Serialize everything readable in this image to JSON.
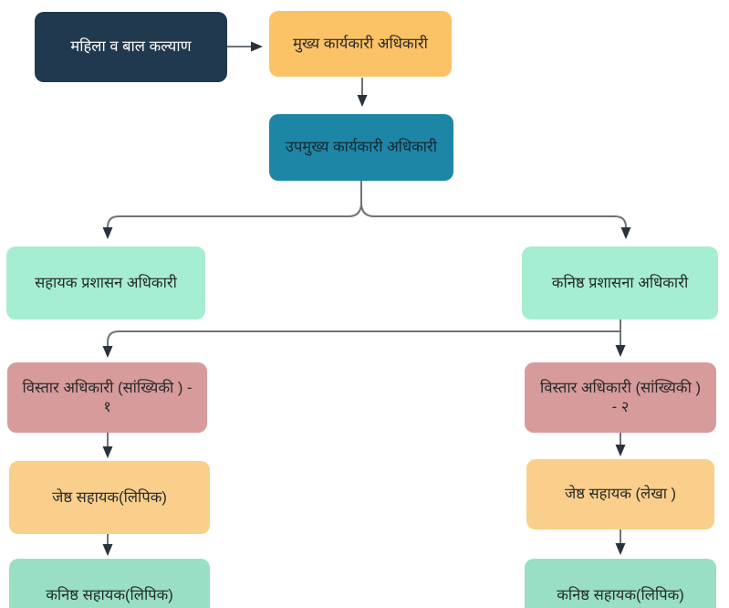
{
  "diagram": {
    "type": "org-chart-flow",
    "connector_color": "#6e7377",
    "arrowhead_color": "#2a323c",
    "background_color": "#ffffff",
    "nodes": [
      {
        "id": "root",
        "label": "महिला व बाल कल्याण",
        "bg": "#21394e",
        "text_color": "#ffffff"
      },
      {
        "id": "ceo",
        "label": "मुख्य कार्यकारी अधिकारी",
        "bg": "#fcc266",
        "text_color": "#26282b"
      },
      {
        "id": "deputy-ceo",
        "label": "उपमुख्य कार्यकारी अधिकारी",
        "bg": "#1d86a7",
        "text_color": "#16262e"
      },
      {
        "id": "assistant-admin",
        "label": "सहायक प्रशासन अधिकारी",
        "bg": "#a5eed1",
        "text_color": "#26282b"
      },
      {
        "id": "junior-admin",
        "label": "कनिष्ठ प्रशासना अधिकारी",
        "bg": "#a5eed1",
        "text_color": "#26282b"
      },
      {
        "id": "ext-officer-1",
        "label": "विस्तार अधिकारी (सांख्यिकी ) - १",
        "bg": "#d79b9b",
        "text_color": "#26282b"
      },
      {
        "id": "ext-officer-2",
        "label": "विस्तार अधिकारी (सांख्यिकी ) - २",
        "bg": "#d79b9b",
        "text_color": "#26282b"
      },
      {
        "id": "senior-asst-clerk",
        "label": "जेष्ठ सहायक(लिपिक)",
        "bg": "#f9cf8b",
        "text_color": "#26282b"
      },
      {
        "id": "senior-asst-accounts",
        "label": "जेष्ठ सहायक (लेखा )",
        "bg": "#f9cf8b",
        "text_color": "#26282b"
      },
      {
        "id": "junior-asst-clerk-left",
        "label": "कनिष्ठ सहायक(लिपिक)",
        "bg": "#98dfc4",
        "text_color": "#26282b"
      },
      {
        "id": "junior-asst-clerk-right",
        "label": "कनिष्ठ सहायक(लिपिक)",
        "bg": "#98dfc4",
        "text_color": "#26282b"
      },
      {
        "id": "partial-node-peek",
        "label": "",
        "bg": "#c8f1e1",
        "text_color": "#26282b"
      }
    ],
    "edges": [
      {
        "from": "root",
        "to": "ceo"
      },
      {
        "from": "ceo",
        "to": "deputy-ceo"
      },
      {
        "from": "deputy-ceo",
        "to": "assistant-admin"
      },
      {
        "from": "deputy-ceo",
        "to": "junior-admin"
      },
      {
        "from": "junior-admin",
        "to": "ext-officer-1"
      },
      {
        "from": "junior-admin",
        "to": "ext-officer-2"
      },
      {
        "from": "ext-officer-1",
        "to": "senior-asst-clerk"
      },
      {
        "from": "ext-officer-2",
        "to": "senior-asst-accounts"
      },
      {
        "from": "senior-asst-clerk",
        "to": "junior-asst-clerk-left"
      },
      {
        "from": "senior-asst-accounts",
        "to": "junior-asst-clerk-right"
      }
    ]
  }
}
